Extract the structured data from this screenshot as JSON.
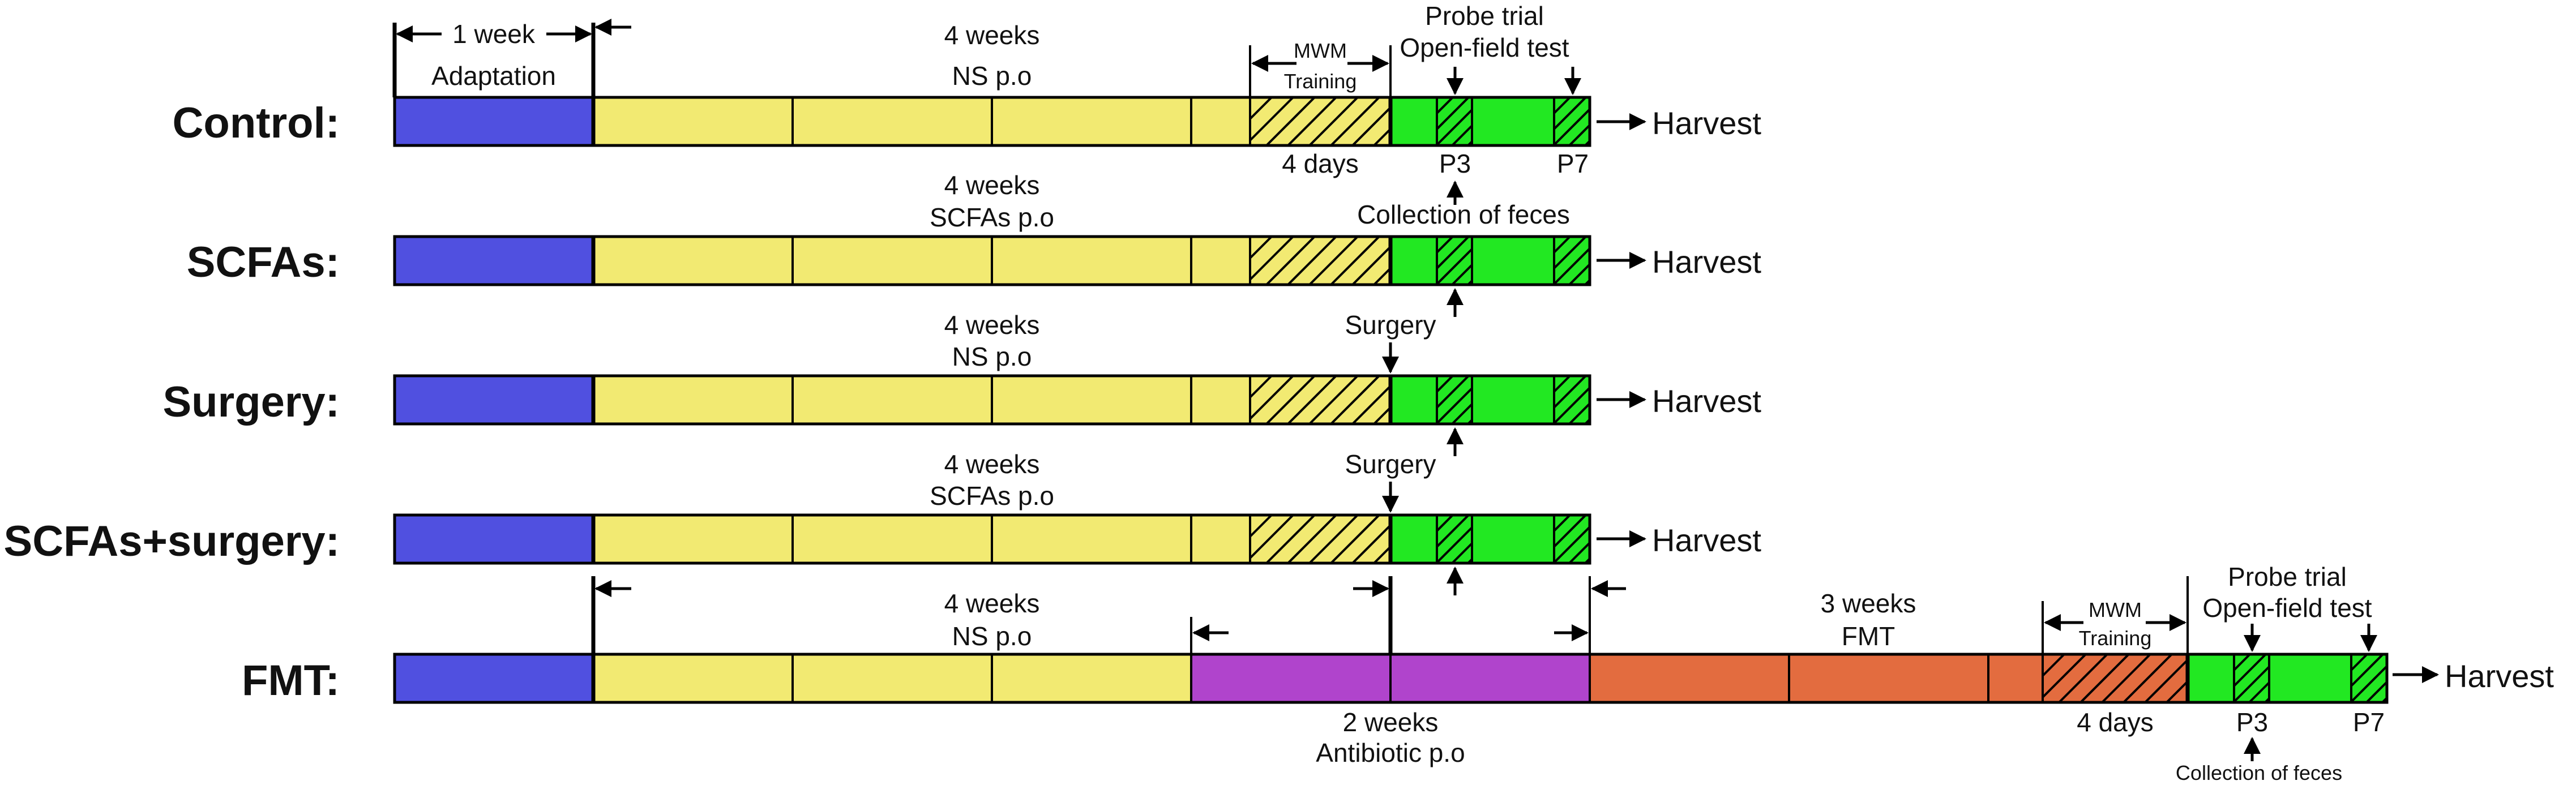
{
  "colors": {
    "adaptation": "#5050e0",
    "ns": "#f2ea72",
    "training": "#f2ea72",
    "post": "#22e822",
    "antibiotic": "#b044cc",
    "fmt": "#e36c3f"
  },
  "rows": [
    {
      "label": "Control:",
      "harvest": "Harvest"
    },
    {
      "label": "SCFAs:",
      "harvest": "Harvest"
    },
    {
      "label": "Surgery:",
      "harvest": "Harvest"
    },
    {
      "label": "SCFAs+surgery:",
      "harvest": "Harvest"
    },
    {
      "label": "FMT:",
      "harvest": "Harvest"
    }
  ],
  "annotations": {
    "control": {
      "adapt_line1": "1 week",
      "adapt_line2": "Adaptation",
      "treat_line1": "4 weeks",
      "treat_line2": "NS  p.o",
      "mwm_line1": "MWM",
      "mwm_line2": "Training",
      "probe_line1": "Probe trial",
      "probe_line2": "Open-field test",
      "days": "4 days",
      "p3": "P3",
      "p7": "P7",
      "feces": "Collection of feces"
    },
    "scfas": {
      "treat_line1": "4 weeks",
      "treat_line2": "SCFAs  p.o"
    },
    "surgery": {
      "treat_line1": "4 weeks",
      "treat_line2": "NS  p.o",
      "surgery": "Surgery"
    },
    "scfas_surgery": {
      "treat_line1": "4 weeks",
      "treat_line2": "SCFAs  p.o",
      "surgery": "Surgery"
    },
    "fmt": {
      "treat_line1": "4 weeks",
      "treat_line2": "NS  p.o",
      "fmt_line1": "3 weeks",
      "fmt_line2": "FMT",
      "mwm_line1": "MWM",
      "mwm_line2": "Training",
      "probe_line1": "Probe trial",
      "probe_line2": "Open-field test",
      "antibiotic_line1": "2 weeks",
      "antibiotic_line2": "Antibiotic  p.o",
      "days": "4 days",
      "p3": "P3",
      "p7": "P7",
      "feces": "Collection of feces"
    }
  }
}
